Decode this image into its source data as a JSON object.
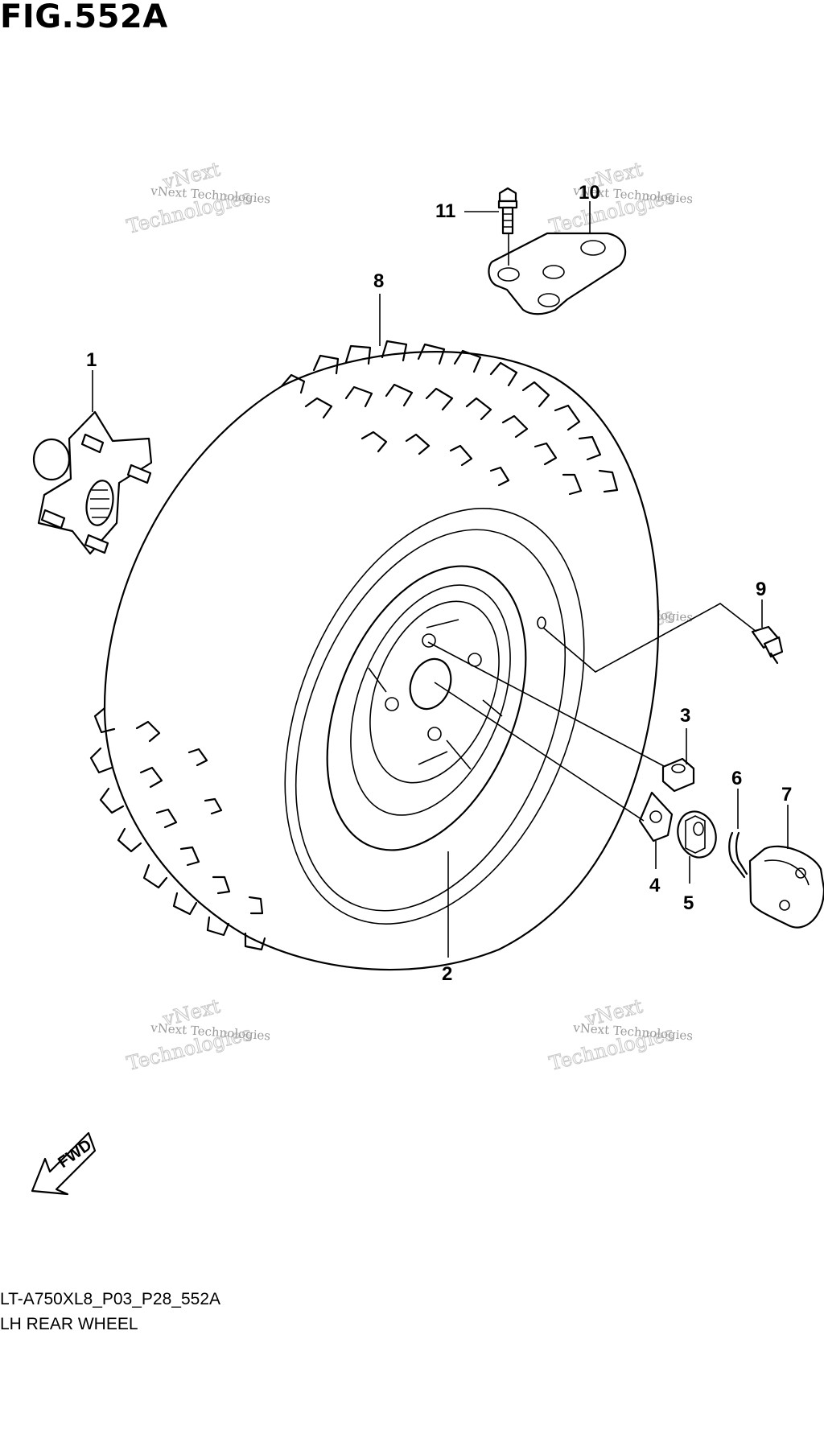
{
  "figure": {
    "title": "FIG.552A",
    "code": "LT-A750XL8_P03_P28_552A",
    "description": "LH REAR WHEEL"
  },
  "callouts": [
    "1",
    "2",
    "3",
    "4",
    "5",
    "6",
    "7",
    "8",
    "9",
    "10",
    "11"
  ],
  "watermark": {
    "small_text": "vNext Technologies",
    "large_line1": "vNext",
    "large_line2": "Technologies"
  },
  "fwd_label": "FWD"
}
